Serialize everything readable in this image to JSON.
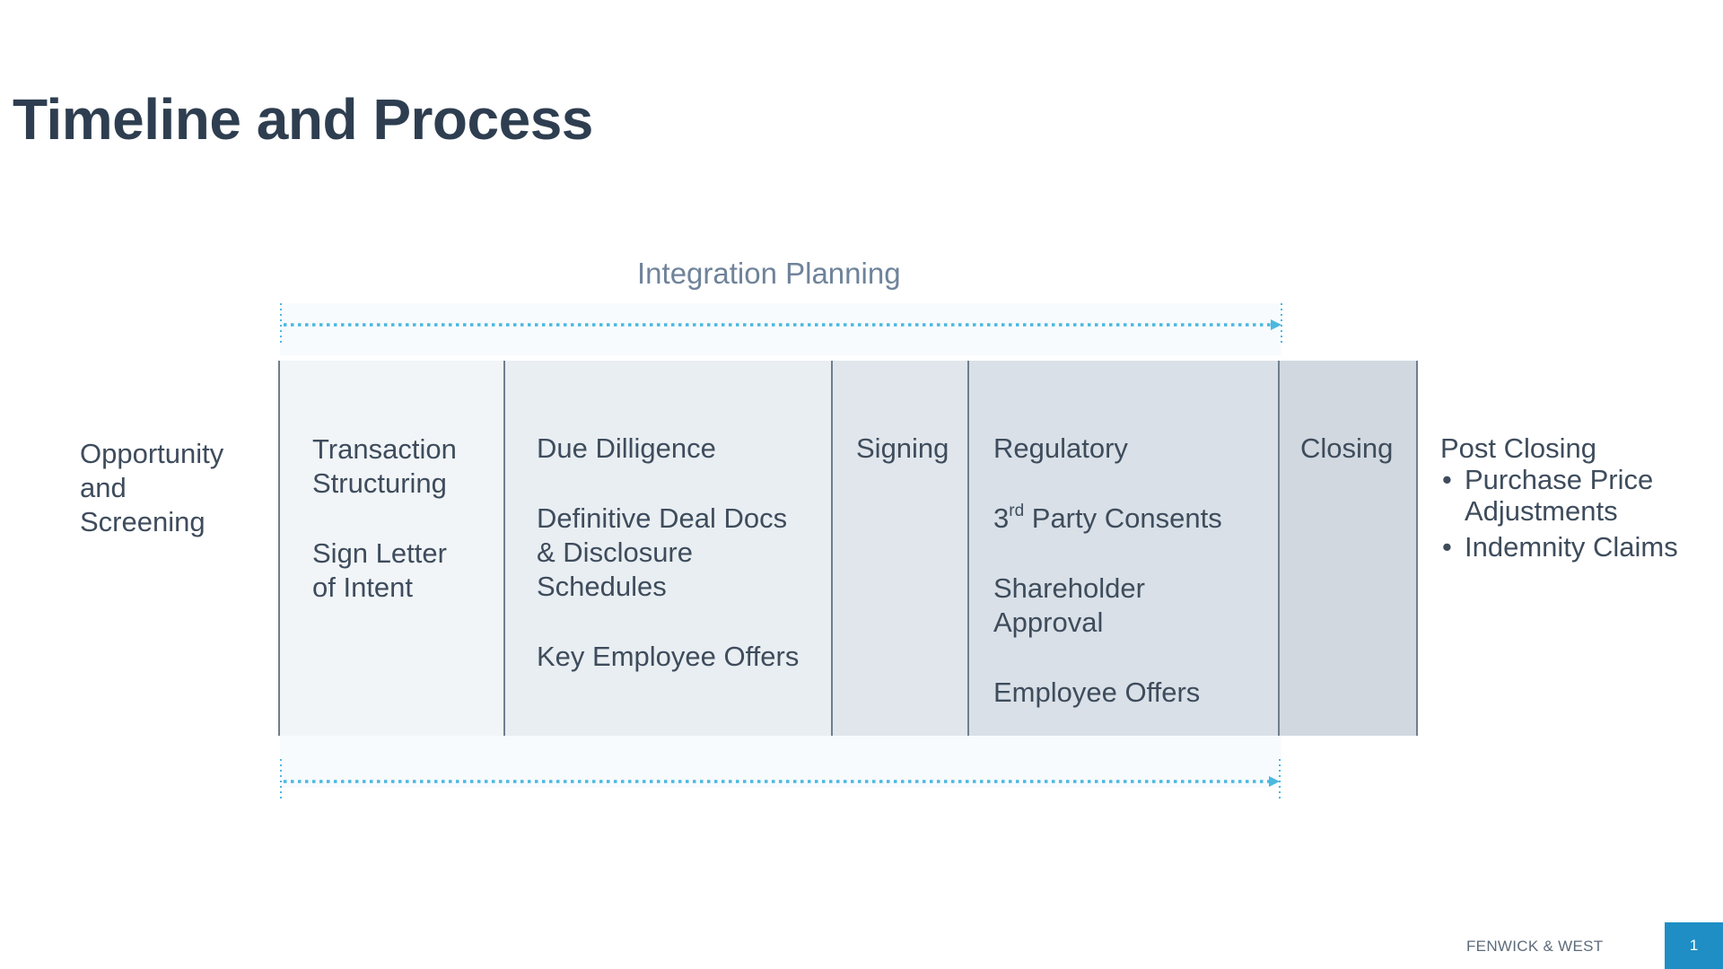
{
  "slide": {
    "title": "Timeline and Process",
    "integration_label": "Integration Planning"
  },
  "stages": {
    "opportunity": [
      "Opportunity",
      "and",
      "Screening"
    ],
    "transaction": {
      "line1": "Transaction",
      "line2": "Structuring",
      "line3": "Sign Letter",
      "line4": "of Intent"
    },
    "diligence": {
      "line1": "Due Dilligence",
      "line2": "Definitive Deal Docs",
      "line3": "& Disclosure",
      "line4": "Schedules",
      "line5": "Key Employee Offers"
    },
    "signing": "Signing",
    "regulatory": {
      "line1": "Regulatory",
      "consents_num": "3",
      "consents_sup": "rd",
      "consents_rest": " Party Consents",
      "line3": "Shareholder",
      "line4": "Approval",
      "line5": "Employee Offers"
    },
    "closing": "Closing",
    "post_closing": {
      "heading": "Post Closing",
      "bullet1_line1": "Purchase Price",
      "bullet1_line2": "Adjustments",
      "bullet2": "Indemnity Claims"
    }
  },
  "footer": {
    "brand": "FENWICK & WEST",
    "page_number": "1"
  },
  "colors": {
    "title": "#2e3e50",
    "arrow": "#4ab8e0",
    "panel_1": "#f1f5f8",
    "panel_2": "#e9eef2",
    "panel_3": "#e0e6ec",
    "panel_4": "#d9e0e7",
    "panel_5": "#d1d8e0",
    "page_box": "#1f8ec5"
  }
}
